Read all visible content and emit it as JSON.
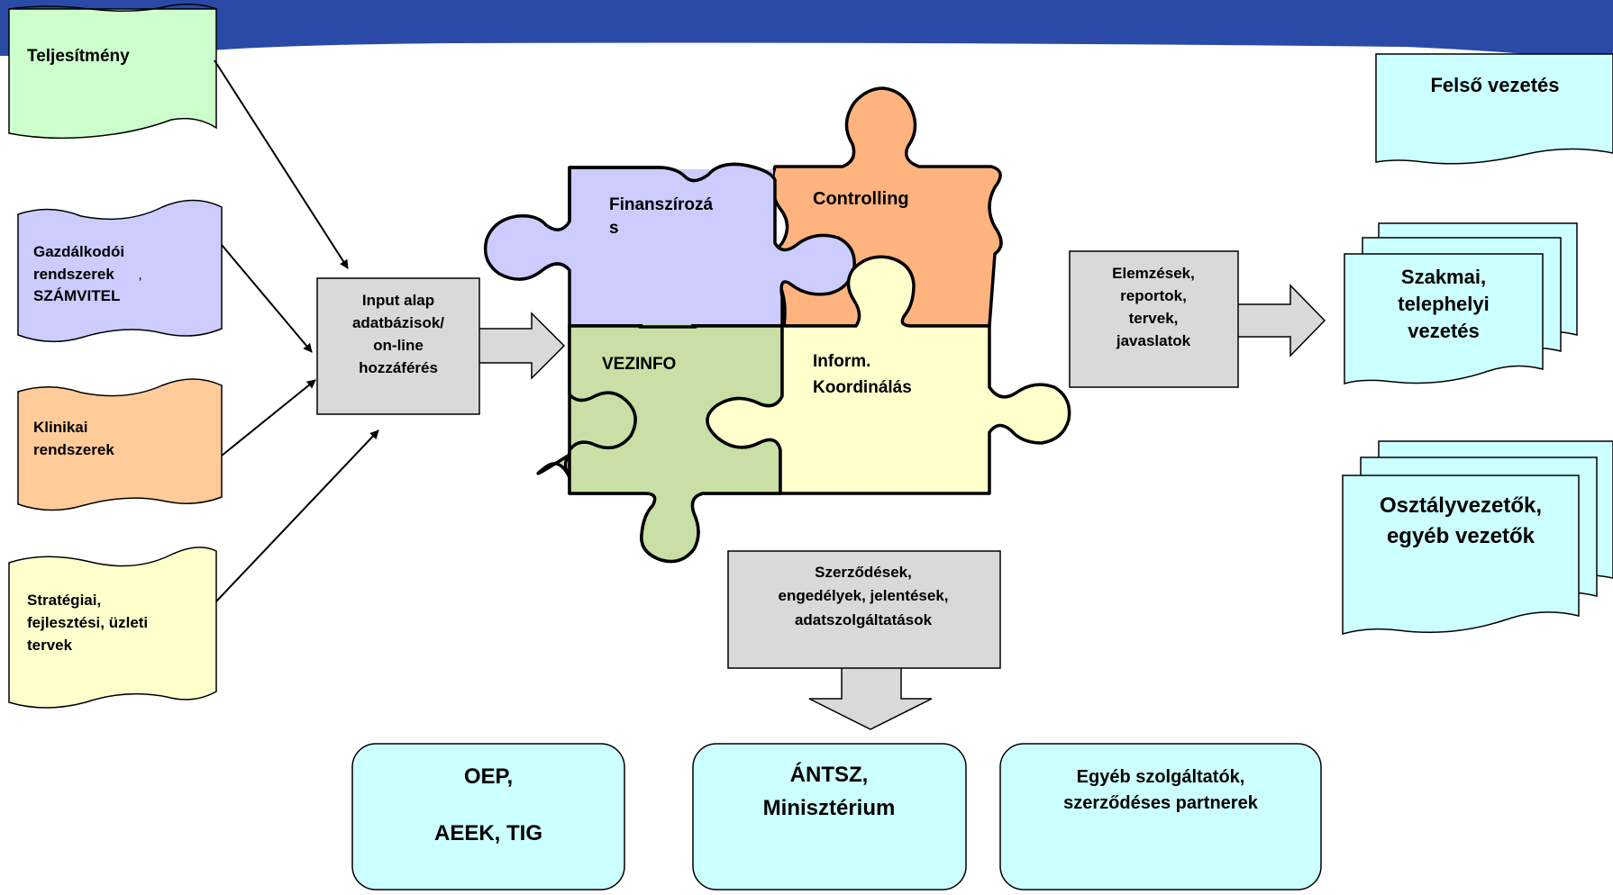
{
  "colors": {
    "banner": "#2a4aa8",
    "doc_green": "#ccffcc",
    "doc_purple": "#ccccff",
    "doc_orange": "#ffcc99",
    "doc_yellow": "#ffffcc",
    "doc_cyan": "#ccffff",
    "gray_box": "#d9d9d9",
    "puzzle_purple": "#ccccff",
    "puzzle_orange": "#ffb37f",
    "puzzle_green": "#c9dfa5",
    "puzzle_yellow": "#ffffcc"
  },
  "sources": {
    "teljesitmeny": "Teljesítmény",
    "gazdalkodoi": [
      "Gazdálkodói",
      "rendszerek",
      ",",
      "SZÁMVITEL"
    ],
    "klinikai": [
      "Klinikai",
      "rendszerek"
    ],
    "strategiai": [
      "Stratégiai,",
      "fejlesztési, üzleti",
      "tervek"
    ]
  },
  "input_box": [
    "Input alap",
    "adatbázisok/",
    "on-line",
    "hozzáférés"
  ],
  "puzzle": {
    "finanszirozas": [
      "Finanszírozá",
      "s"
    ],
    "controlling": "Controlling",
    "vezinfo": "VEZINFO",
    "inform": [
      "Inform.",
      "Koordinálás"
    ]
  },
  "elemzesek_box": [
    "Elemzések,",
    "reportok,",
    "tervek,",
    "javaslatok"
  ],
  "szerzodesek_box": [
    "Szerződések,",
    "engedélyek, jelentések,",
    "adatszolgáltatások"
  ],
  "management": {
    "felso": "Felső vezetés",
    "szakmai": [
      "Szakmai,",
      "telephelyi",
      "vezetés"
    ],
    "osztaly": [
      "Osztályvezetők,",
      "egyéb vezetők"
    ]
  },
  "external": {
    "oep": [
      "OEP,",
      "AEEK, TIG"
    ],
    "antsz": [
      "ÁNTSZ,",
      "Minisztérium"
    ],
    "egyeb": [
      "Egyéb szolgáltatók,",
      "szerződéses partnerek"
    ]
  }
}
